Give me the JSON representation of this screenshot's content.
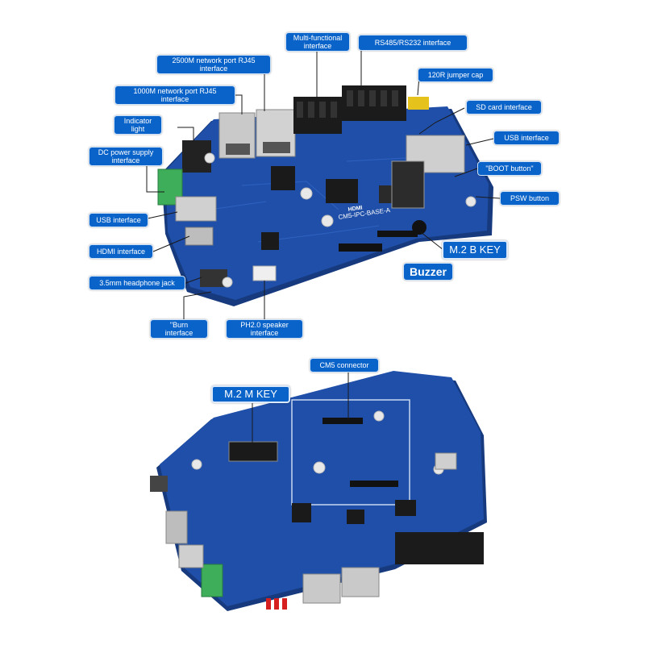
{
  "callouts": {
    "multi_functional": "Multi-functional\ninterface",
    "rs485_rs232": "RS485/RS232 interface",
    "net_2500m": "2500M network port RJ45\ninterface",
    "jumper_120r": "120R jumper cap",
    "net_1000m": "1000M network port RJ45\ninterface",
    "sd_card": "SD card interface",
    "indicator": "Indicator\nlight",
    "usb_right": "USB interface",
    "dc_power": "DC power supply\ninterface",
    "boot_button": "\"BOOT button\"",
    "psw_button": "PSW button",
    "usb_left": "USB interface",
    "m2_b_key": "M.2 B KEY",
    "hdmi": "HDMI interface",
    "buzzer": "Buzzer",
    "headphone": "3.5mm headphone jack",
    "burn": "\"Burn\ninterface",
    "speaker": "PH2.0 speaker\ninterface",
    "cm5_connector": "CM5 connector",
    "m2_m_key": "M.2 M KEY"
  },
  "board_silkscreen": {
    "model": "CM5-IPC-BASE-A",
    "hdmi_logo": "HDMI"
  },
  "colors": {
    "label_bg": "#0a63c9",
    "pcb_blue": "#1f4fa8",
    "leader_line": "#1a1a1a"
  }
}
